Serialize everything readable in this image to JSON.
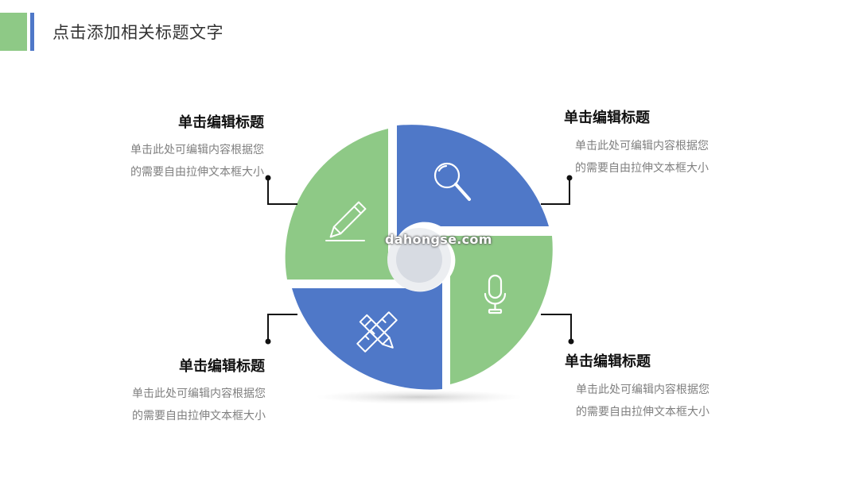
{
  "page": {
    "title": "点击添加相关标题文字"
  },
  "colors": {
    "green": "#8ec986",
    "blue": "#4f78c8",
    "center": "#d7dbe2",
    "ring": "#e6e8ec",
    "header_green": "#8ec986",
    "header_blue": "#4f78c8",
    "connector": "#111111"
  },
  "items": [
    {
      "title": "单击编辑标题",
      "desc_line1": "单击此处可编辑内容根据您",
      "desc_line2": "的需要自由拉伸文本框大小",
      "icon": "pencil-icon"
    },
    {
      "title": "单击编辑标题",
      "desc_line1": "单击此处可编辑内容根据您",
      "desc_line2": "的需要自由拉伸文本框大小",
      "icon": "search-icon"
    },
    {
      "title": "单击编辑标题",
      "desc_line1": "单击此处可编辑内容根据您",
      "desc_line2": "的需要自由拉伸文本框大小",
      "icon": "ruler-pencil-icon"
    },
    {
      "title": "单击编辑标题",
      "desc_line1": "单击此处可编辑内容根据您",
      "desc_line2": "的需要自由拉伸文本框大小",
      "icon": "microphone-icon"
    }
  ],
  "watermark": "dahongse.com"
}
